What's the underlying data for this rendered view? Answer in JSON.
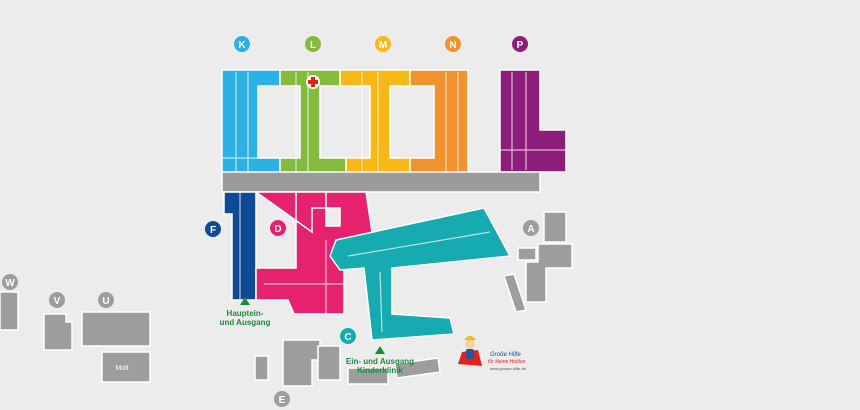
{
  "colors": {
    "background": "#ececec",
    "neighbor": "#9d9d9d",
    "corridor": "#9b9b9b",
    "outline": "#ffffff",
    "green_text": "#1e8a3c",
    "red_cross": "#e2221b",
    "K": "#2bb1e3",
    "L": "#85bb3c",
    "M": "#f8b816",
    "N": "#f0932f",
    "P": "#8c1d7a",
    "F": "#0f4b95",
    "D": "#e6226f",
    "C": "#16aab1"
  },
  "wings": [
    {
      "id": "K",
      "label": "K",
      "color": "#2bb1e3"
    },
    {
      "id": "L",
      "label": "L",
      "color": "#85bb3c"
    },
    {
      "id": "M",
      "label": "M",
      "color": "#f8b816"
    },
    {
      "id": "N",
      "label": "N",
      "color": "#f0932f"
    },
    {
      "id": "P",
      "label": "P",
      "color": "#8c1d7a"
    }
  ],
  "buildings": {
    "F": {
      "label": "F",
      "color": "#0f4b95"
    },
    "D": {
      "label": "D",
      "color": "#e6226f"
    },
    "C": {
      "label": "C",
      "color": "#16aab1"
    },
    "A": {
      "label": "A"
    },
    "E": {
      "label": "E"
    },
    "U": {
      "label": "U"
    },
    "V": {
      "label": "V"
    },
    "W": {
      "label": "W"
    }
  },
  "icons": {
    "emergency": "red-cross-icon",
    "entrance": "triangle-up-icon",
    "mascot": "superhero-mascot-icon"
  },
  "entrances": {
    "main_line1": "Hauptein-",
    "main_line2": "und Ausgang",
    "children_line1": "Ein- und Ausgang",
    "children_line2": "Kinderklinik"
  },
  "street": {
    "molt": "Molt"
  },
  "logo": {
    "title": "Große Hilfe",
    "subtitle": "für kleine Helden",
    "url": "www.grosse-hilfe.de"
  }
}
